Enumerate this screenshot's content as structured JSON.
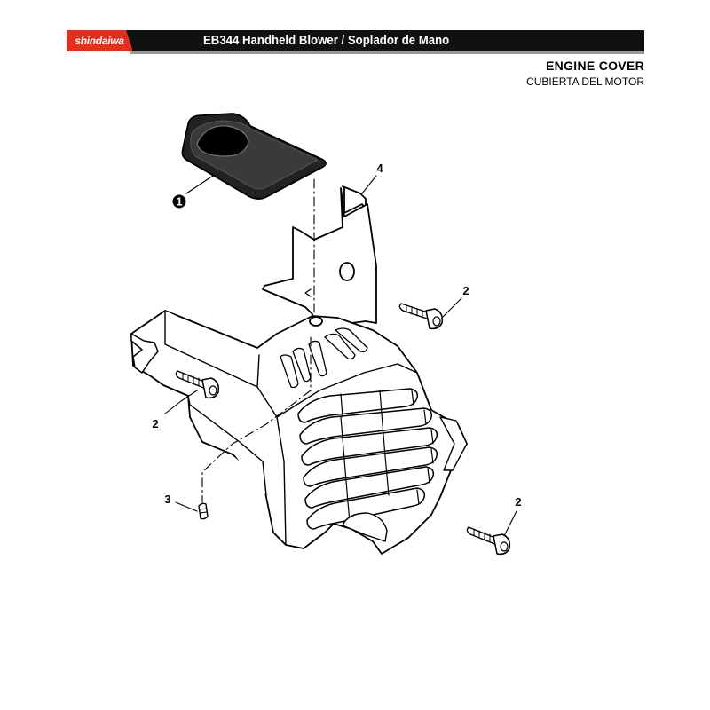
{
  "header": {
    "brand": "shindaiwa",
    "title": "EB344 Handheld Blower / Soplador de Mano"
  },
  "section": {
    "title": "ENGINE COVER",
    "subtitle": "CUBIERTA DEL MOTOR"
  },
  "callouts": [
    {
      "id": "c1",
      "label": "1"
    },
    {
      "id": "c4",
      "label": "4"
    },
    {
      "id": "c2a",
      "label": "2"
    },
    {
      "id": "c2b",
      "label": "2"
    },
    {
      "id": "c2c",
      "label": "2"
    },
    {
      "id": "c3",
      "label": "3"
    }
  ],
  "colors": {
    "brand_red": "#e0311f",
    "header_bar": "#111111",
    "header_underline": "#9a9a9a",
    "line": "#000000"
  }
}
